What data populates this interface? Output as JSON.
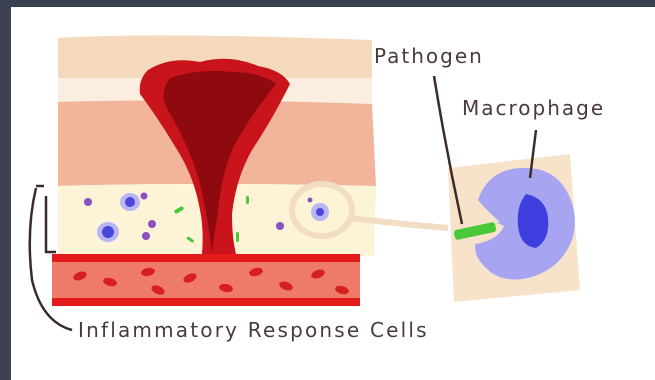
{
  "labels": {
    "pathogen": "Pathogen",
    "macrophage": "Macrophage",
    "inflammatory_cells": "Inflammatory Response Cells"
  },
  "colors": {
    "background": "#3b4150",
    "panel": "#ffffff",
    "skin_top": "#f4d9bd",
    "skin_light": "#fbeee0",
    "dermis": "#f2b49a",
    "subcutis": "#fdf4d8",
    "blood_stripe": "#e31b1b",
    "vessel": "#f07a6a",
    "blood_cell": "#d61f1f",
    "wound": "#b00d0d",
    "macrophage": "#a7a4f2",
    "nucleus": "#3f3fe0",
    "pathogen": "#49c93a",
    "label_text": "#4a3a3a"
  },
  "icons": [
    "wound",
    "blood-vessel",
    "macrophage",
    "pathogen",
    "immune-cell"
  ]
}
